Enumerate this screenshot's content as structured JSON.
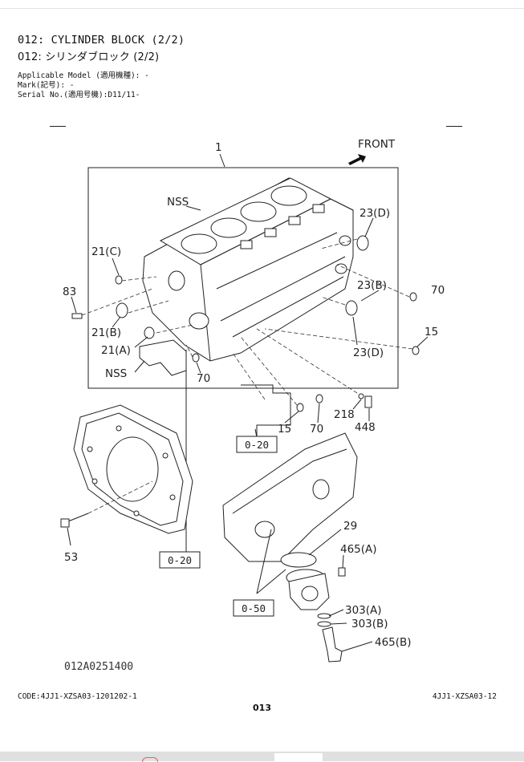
{
  "header": {
    "title_en": "012: CYLINDER BLOCK (2/2)",
    "title_ja": "012: シリンダブロック (2/2)",
    "applicable_model": "Applicable Model (適用機種): -",
    "mark": "Mark(記号): -",
    "serial_no": "Serial No.(適用号機):D11/11-"
  },
  "diagram": {
    "front_label": "FRONT",
    "callouts": {
      "c1": "1",
      "nss_top": "NSS",
      "c23d_top": "23(D)",
      "c21c": "21(C)",
      "c83": "83",
      "c23b": "23(B)",
      "c70_right": "70",
      "c21b": "21(B)",
      "c21a": "21(A)",
      "c15_right": "15",
      "c23d_bottom": "23(D)",
      "nss_bottom": "NSS",
      "c70_left": "70",
      "c218": "218",
      "c448": "448",
      "c15_bottom": "15",
      "c70_bottom": "70",
      "c29": "29",
      "c465a": "465(A)",
      "c53": "53",
      "c303a": "303(A)",
      "c303b": "303(B)",
      "c465b": "465(B)"
    },
    "page_refs": {
      "ref_upper": "0-20",
      "ref_housing": "0-20",
      "ref_pump": "0-50"
    },
    "image_code": "012A0251400"
  },
  "footer": {
    "code_left": "CODE:4JJ1-XZSA03-1201202-1",
    "code_right": "4JJ1-XZSA03-12",
    "page_number": "013"
  }
}
